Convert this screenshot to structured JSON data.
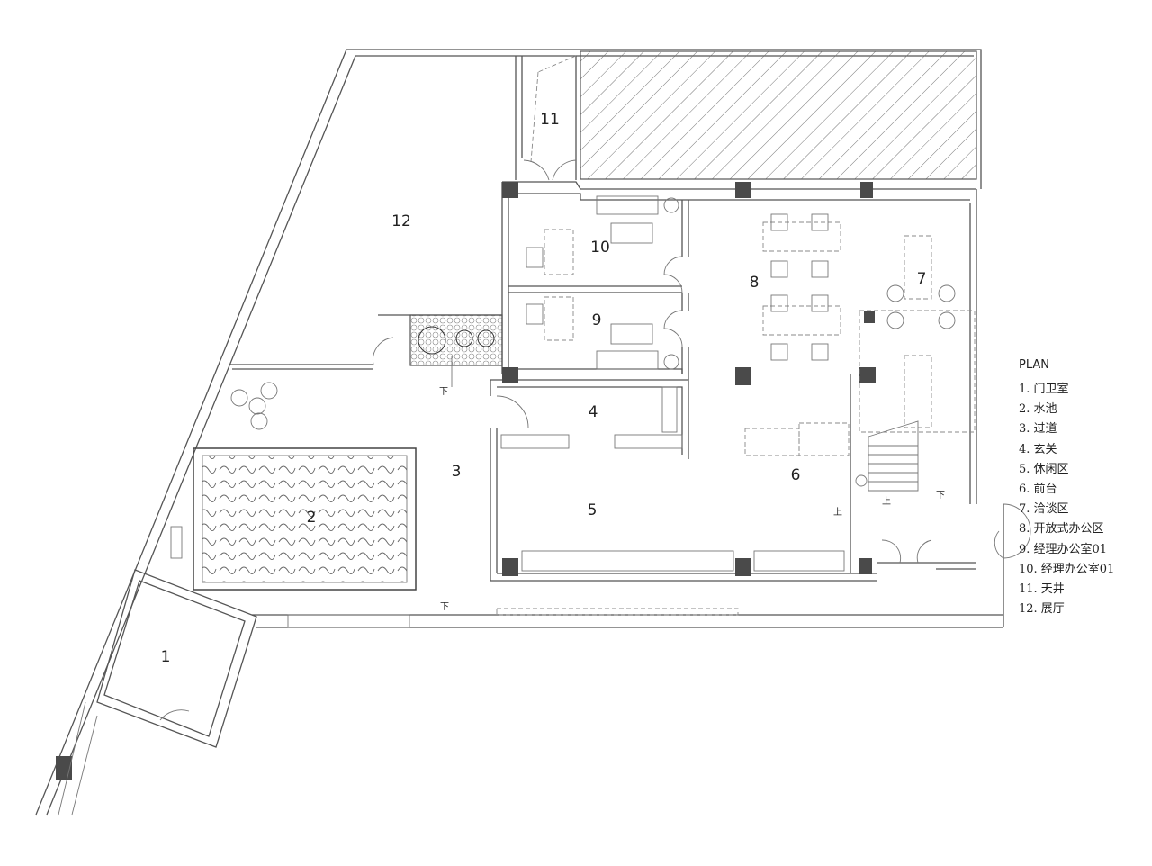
{
  "plan": {
    "rooms": [
      {
        "num": "1"
      },
      {
        "num": "2"
      },
      {
        "num": "3"
      },
      {
        "num": "4"
      },
      {
        "num": "5"
      },
      {
        "num": "6"
      },
      {
        "num": "7"
      },
      {
        "num": "8"
      },
      {
        "num": "9"
      },
      {
        "num": "10"
      },
      {
        "num": "11"
      },
      {
        "num": "12"
      }
    ],
    "stair_down": "下",
    "stair_up": "上"
  },
  "legend": {
    "title": "PLAN",
    "items": [
      "1. 门卫室",
      "2. 水池",
      "3. 过道",
      "4. 玄关",
      "5. 休闲区",
      "6. 前台",
      "7. 洽谈区",
      "8. 开放式办公区",
      "9. 经理办公室01",
      "10. 经理办公室01",
      "11. 天井",
      "12. 展厅"
    ]
  }
}
